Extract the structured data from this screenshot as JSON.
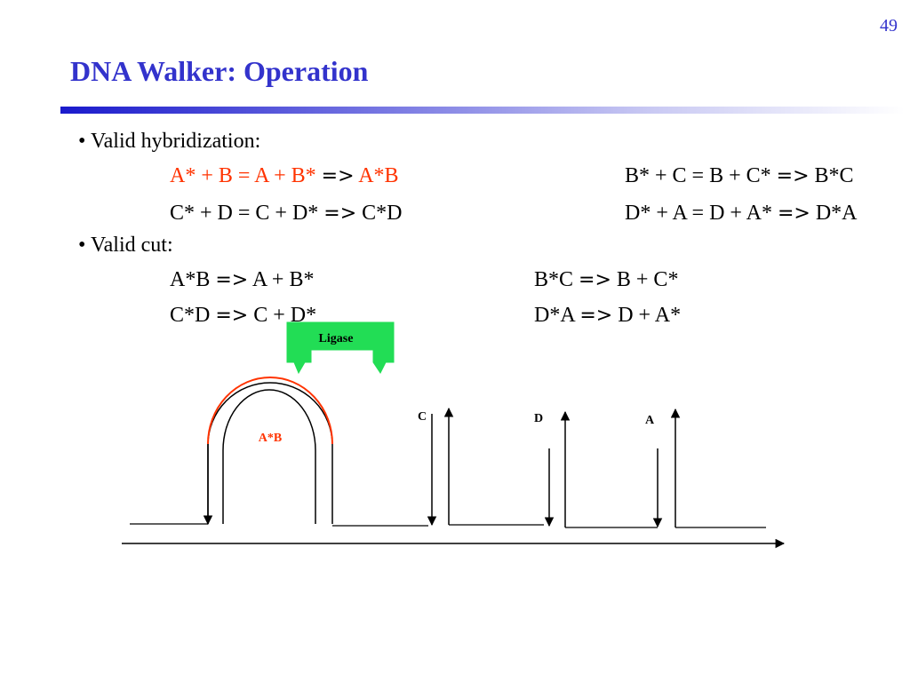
{
  "slide": {
    "number": "49",
    "title": "DNA Walker: Operation",
    "colors": {
      "title": "#3333cc",
      "highlight": "#ff3300",
      "ligase_fill": "#22dd55"
    }
  },
  "hybridization": {
    "bullet": "• Valid hybridization:",
    "rows": [
      {
        "left": {
          "lhs": "A* + B = A + B*",
          "arrow": "=>",
          "rhs": "A*B"
        },
        "right": {
          "lhs": "B* + C = B + C*",
          "arrow": "=>",
          "rhs": "B*C"
        }
      },
      {
        "left": {
          "lhs": "C* + D = C + D*",
          "arrow": "=>",
          "rhs": "C*D"
        },
        "right": {
          "lhs": "D* + A = D + A*",
          "arrow": "=>",
          "rhs": "D*A"
        }
      }
    ]
  },
  "cut": {
    "bullet": "• Valid cut:",
    "rows": [
      {
        "left": {
          "lhs": "A*B",
          "arrow": "=>",
          "rhs": "A + B*"
        },
        "right": {
          "lhs": "B*C",
          "arrow": "=>",
          "rhs": "B + C*"
        }
      },
      {
        "left": {
          "lhs": "C*D",
          "arrow": "=>",
          "rhs": "C + D*"
        },
        "right": {
          "lhs": "D*A",
          "arrow": "=>",
          "rhs": "D + A*"
        }
      }
    ]
  },
  "diagram": {
    "ligase_label": "Ligase",
    "complex_label": "A*B",
    "strand_labels": [
      "C",
      "D",
      "A"
    ]
  }
}
